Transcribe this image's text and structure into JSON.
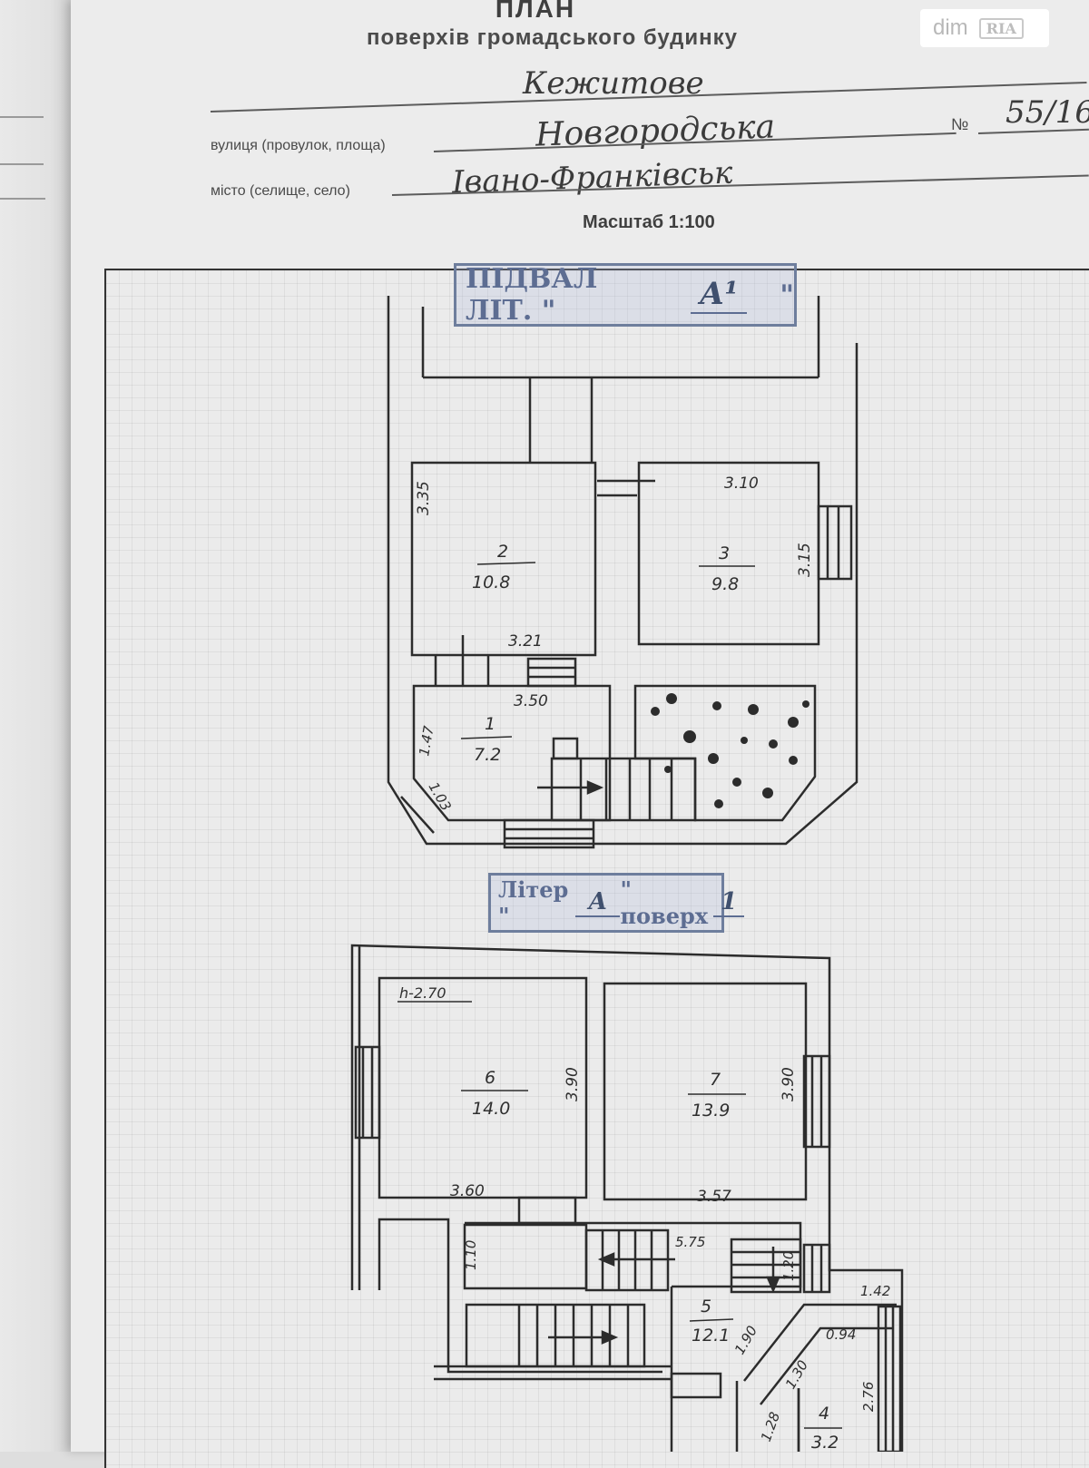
{
  "header": {
    "title": "ПЛАН",
    "subtitle": "поверхів громадського будинку",
    "village_handwritten": "Кежитове",
    "street_label": "вулиця (провулок, площа)",
    "street_value": "Новгородська",
    "number_label": "№",
    "number_value": "55/16",
    "city_label": "місто (селище, село)",
    "city_value": "Івано-Франківськ",
    "scale": "Масштаб 1:100"
  },
  "watermark": {
    "brand": "dim",
    "badge": "RIA"
  },
  "basement": {
    "stamp_label": "ПІДВАЛ ЛІТ. \"",
    "stamp_value": "А¹",
    "stamp_end": "\"",
    "rooms": [
      {
        "number": "2",
        "area": "10.8"
      },
      {
        "number": "3",
        "area": "9.8"
      },
      {
        "number": "1",
        "area": "7.2"
      }
    ],
    "dimensions": [
      "3.10",
      "3.35",
      "3.15",
      "3.21",
      "3.50",
      "1.47",
      "1.03"
    ]
  },
  "floor1": {
    "stamp_label": "Літер \"",
    "stamp_value": "А",
    "stamp_mid": "\" поверх",
    "stamp_floor": "1",
    "height": "h-2.70",
    "rooms": [
      {
        "number": "6",
        "area": "14.0"
      },
      {
        "number": "7",
        "area": "13.9"
      },
      {
        "number": "5",
        "area": "12.1"
      },
      {
        "number": "4",
        "area": "3.2"
      }
    ],
    "dimensions": [
      "3.90",
      "3.90",
      "3.60",
      "3.57",
      "1.10",
      "5.75",
      "1.20",
      "1.42",
      "1.90",
      "0.94",
      "1.30",
      "2.76",
      "1.28"
    ]
  }
}
